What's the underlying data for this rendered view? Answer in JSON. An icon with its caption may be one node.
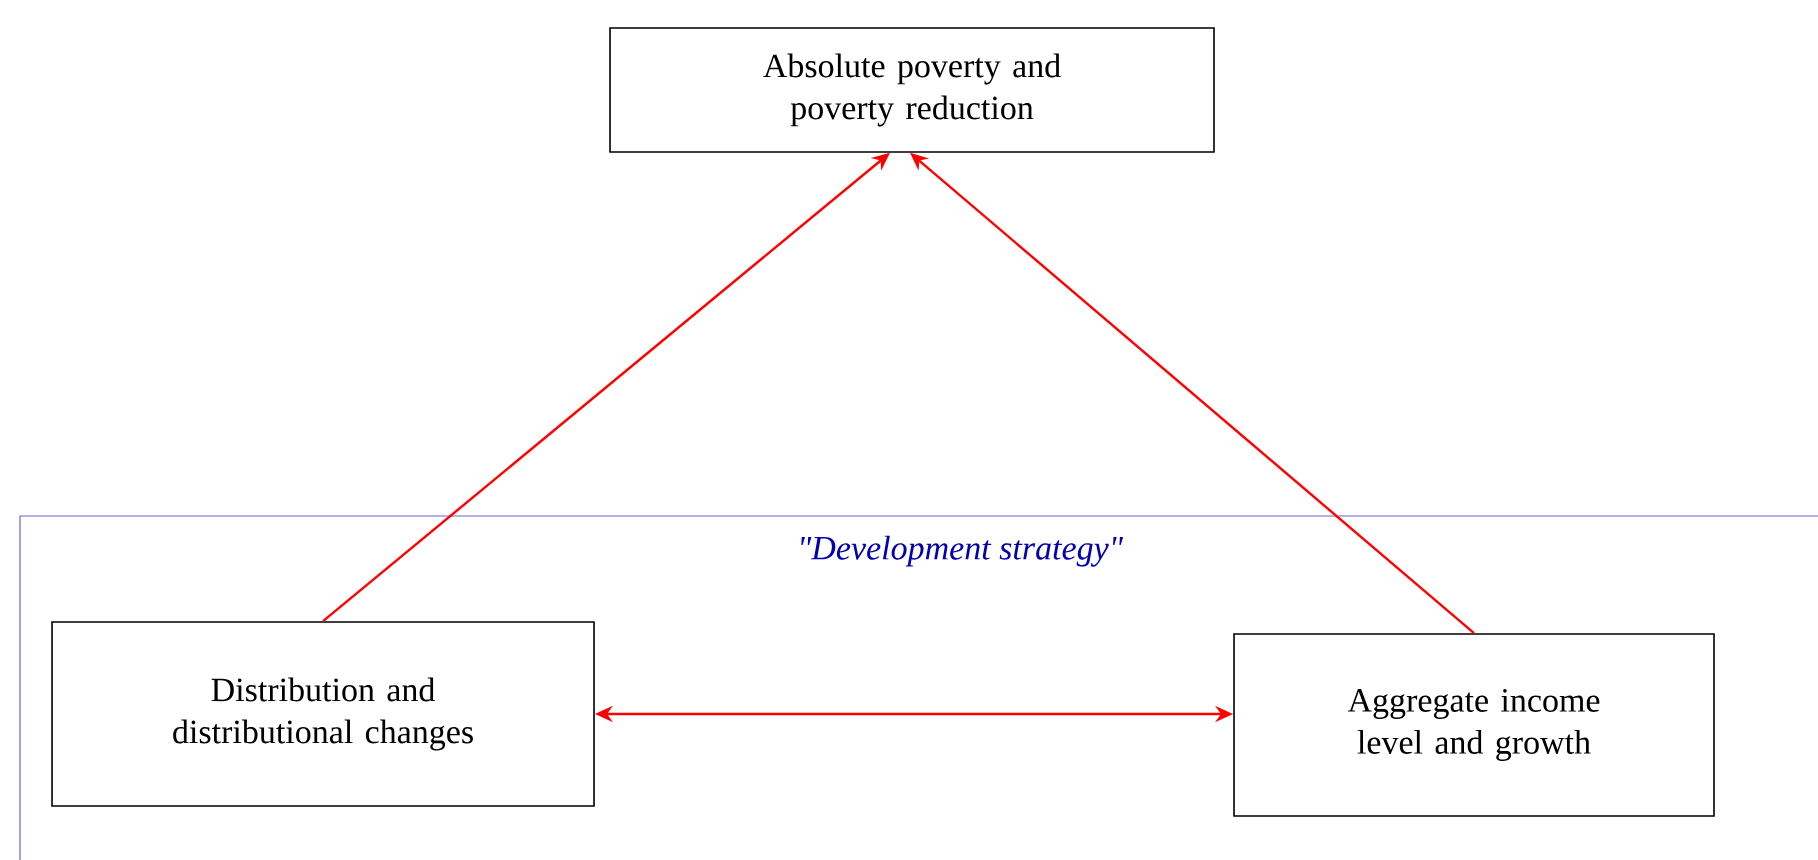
{
  "diagram": {
    "nodes": [
      {
        "text": [
          "Absolute poverty and poverty reduction"
        ]
      },
      {
        "text": [
          "\"Development strategy\""
        ]
      },
      {
        "text": [
          "Distribution and distributional changes"
        ],
        "in": 1
      },
      {
        "text": [
          "Aggregate income level and growth"
        ],
        "in": 1
      }
    ],
    "edges": [
      {
        "from": 2,
        "to": 0,
        "arrow": "to"
      },
      {
        "from": 3,
        "to": 0,
        "arrow": "to"
      },
      {
        "from": 2,
        "to": 3,
        "arrow": "both"
      }
    ]
  }
}
